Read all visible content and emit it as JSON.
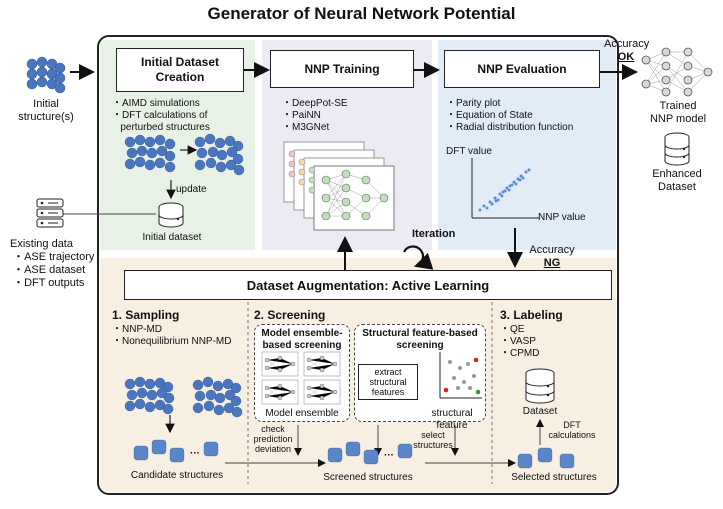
{
  "title": "Generator of Neural Network Potential",
  "left": {
    "initial_label": [
      "Initial",
      "structure(s)"
    ],
    "existing_title": "Existing data",
    "existing_items": [
      "ASE trajectory",
      "ASE dataset",
      "DFT outputs"
    ]
  },
  "right": {
    "accuracy": "Accuracy",
    "ok": "OK",
    "trained_label": [
      "Trained",
      "NNP model"
    ],
    "enhanced_label": [
      "Enhanced",
      "Dataset"
    ]
  },
  "creation": {
    "title": [
      "Initial Dataset",
      "Creation"
    ],
    "items": [
      "AIMD simulations",
      "DFT calculations of",
      "perturbed structures"
    ],
    "update": "update",
    "dataset_label": "Initial dataset"
  },
  "training": {
    "title": "NNP Training",
    "items": [
      "DeepPot-SE",
      "PaiNN",
      "M3GNet"
    ]
  },
  "evaluation": {
    "title": "NNP Evaluation",
    "items": [
      "Parity plot",
      "Equation of State",
      "Radial distribution function"
    ],
    "dft_axis": "DFT value",
    "nnp_axis": "NNP value"
  },
  "iteration": "Iteration",
  "accuracy_ng": {
    "accuracy": "Accuracy",
    "ng": "NG"
  },
  "augmentation": {
    "title": "Dataset Augmentation: Active Learning",
    "sampling": {
      "title": "1. Sampling",
      "items": [
        "NNP-MD",
        "Nonequilibrium NNP-MD"
      ],
      "candidates": "Candidate structures",
      "dots": "···"
    },
    "screening": {
      "title": "2. Screening",
      "ensemble_title": [
        "Model ensemble-",
        "based screening"
      ],
      "ensemble_label": "Model ensemble",
      "feature_title": [
        "Structural feature-based",
        "screening"
      ],
      "extract": [
        "extract",
        "structural",
        "features"
      ],
      "feature_label": "structural feature",
      "check": [
        "check",
        "prediction",
        "deviation"
      ],
      "select": [
        "select",
        "structures"
      ],
      "screened": "Screened structures",
      "dots": "···"
    },
    "labeling": {
      "title": "3. Labeling",
      "items": [
        "QE",
        "VASP",
        "CPMD"
      ],
      "dataset": "Dataset",
      "dft": [
        "DFT",
        "calculations"
      ],
      "selected": "Selected structures"
    }
  },
  "colors": {
    "green": "#e8f1e6",
    "purple": "#eceaf3",
    "blue": "#e1ecf6",
    "tan": "#f6efe2",
    "atom": "#4a76c0"
  }
}
